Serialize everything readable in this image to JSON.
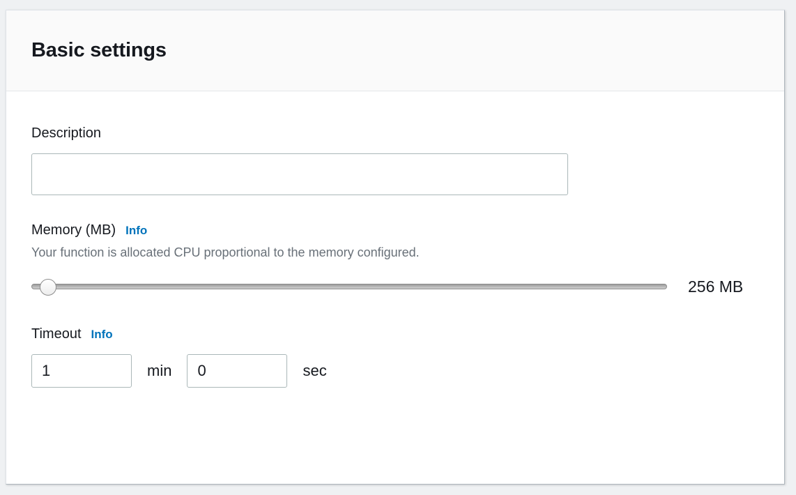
{
  "card": {
    "title": "Basic settings"
  },
  "description": {
    "label": "Description",
    "value": "",
    "placeholder": ""
  },
  "memory": {
    "label": "Memory (MB)",
    "info_label": "Info",
    "help_text": "Your function is allocated CPU proportional to the memory configured.",
    "value": 256,
    "min": 128,
    "max": 10240,
    "step": 1,
    "value_display": "256 MB"
  },
  "timeout": {
    "label": "Timeout",
    "info_label": "Info",
    "minutes_value": "1",
    "minutes_unit": "min",
    "seconds_value": "0",
    "seconds_unit": "sec"
  },
  "colors": {
    "page_background": "#eff1f3",
    "card_background": "#ffffff",
    "header_background": "#fafafa",
    "text_primary": "#16191f",
    "text_secondary": "#687078",
    "link_blue": "#0073bb",
    "input_border": "#aab7b8"
  }
}
